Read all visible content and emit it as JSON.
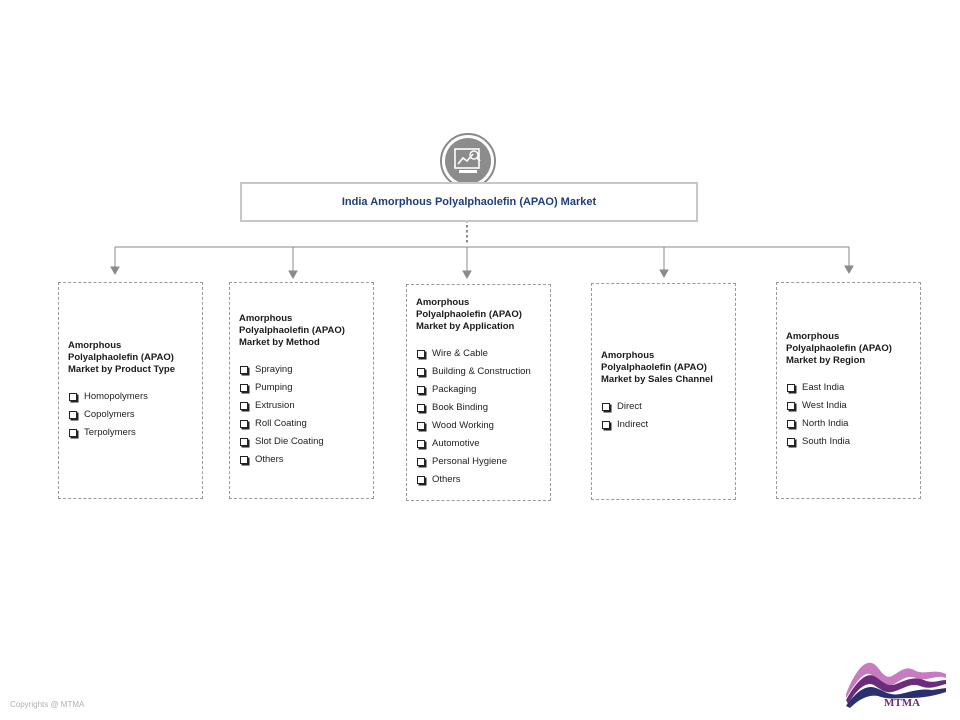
{
  "title": "India Amorphous Polyalphaolefin (APAO) Market",
  "segments": [
    {
      "title": "Amorphous Polyalphaolefin (APAO) Market by Product Type",
      "items": [
        "Homopolymers",
        "Copolymers",
        "Terpolymers"
      ]
    },
    {
      "title": "Amorphous Polyalphaolefin (APAO) Market by Method",
      "items": [
        "Spraying",
        "Pumping",
        "Extrusion",
        "Roll Coating",
        "Slot Die Coating",
        "Others"
      ]
    },
    {
      "title": "Amorphous Polyalphaolefin (APAO) Market by Application",
      "items": [
        "Wire & Cable",
        "Building & Construction",
        "Packaging",
        "Book Binding",
        "Wood Working",
        "Automotive",
        "Personal Hygiene",
        "Others"
      ]
    },
    {
      "title": "Amorphous Polyalphaolefin (APAO) Market by Sales Channel",
      "items": [
        "Direct",
        "Indirect"
      ]
    },
    {
      "title": "Amorphous Polyalphaolefin (APAO) Market by Region",
      "items": [
        "East India",
        "West India",
        "North India",
        "South India"
      ]
    }
  ],
  "footer": {
    "copyright": "Copyrights @ MTMA"
  },
  "logo": {
    "text": "MTMA"
  },
  "colors": {
    "title_text": "#1f3d7a",
    "connector": "#8a8a8a",
    "logo_purple": "#6b2d7a",
    "logo_navy": "#2a2f6e",
    "logo_pink": "#c77bc0"
  },
  "icons": {
    "header": "market-chart-icon",
    "bullet": "checkbox-bullet-icon"
  }
}
